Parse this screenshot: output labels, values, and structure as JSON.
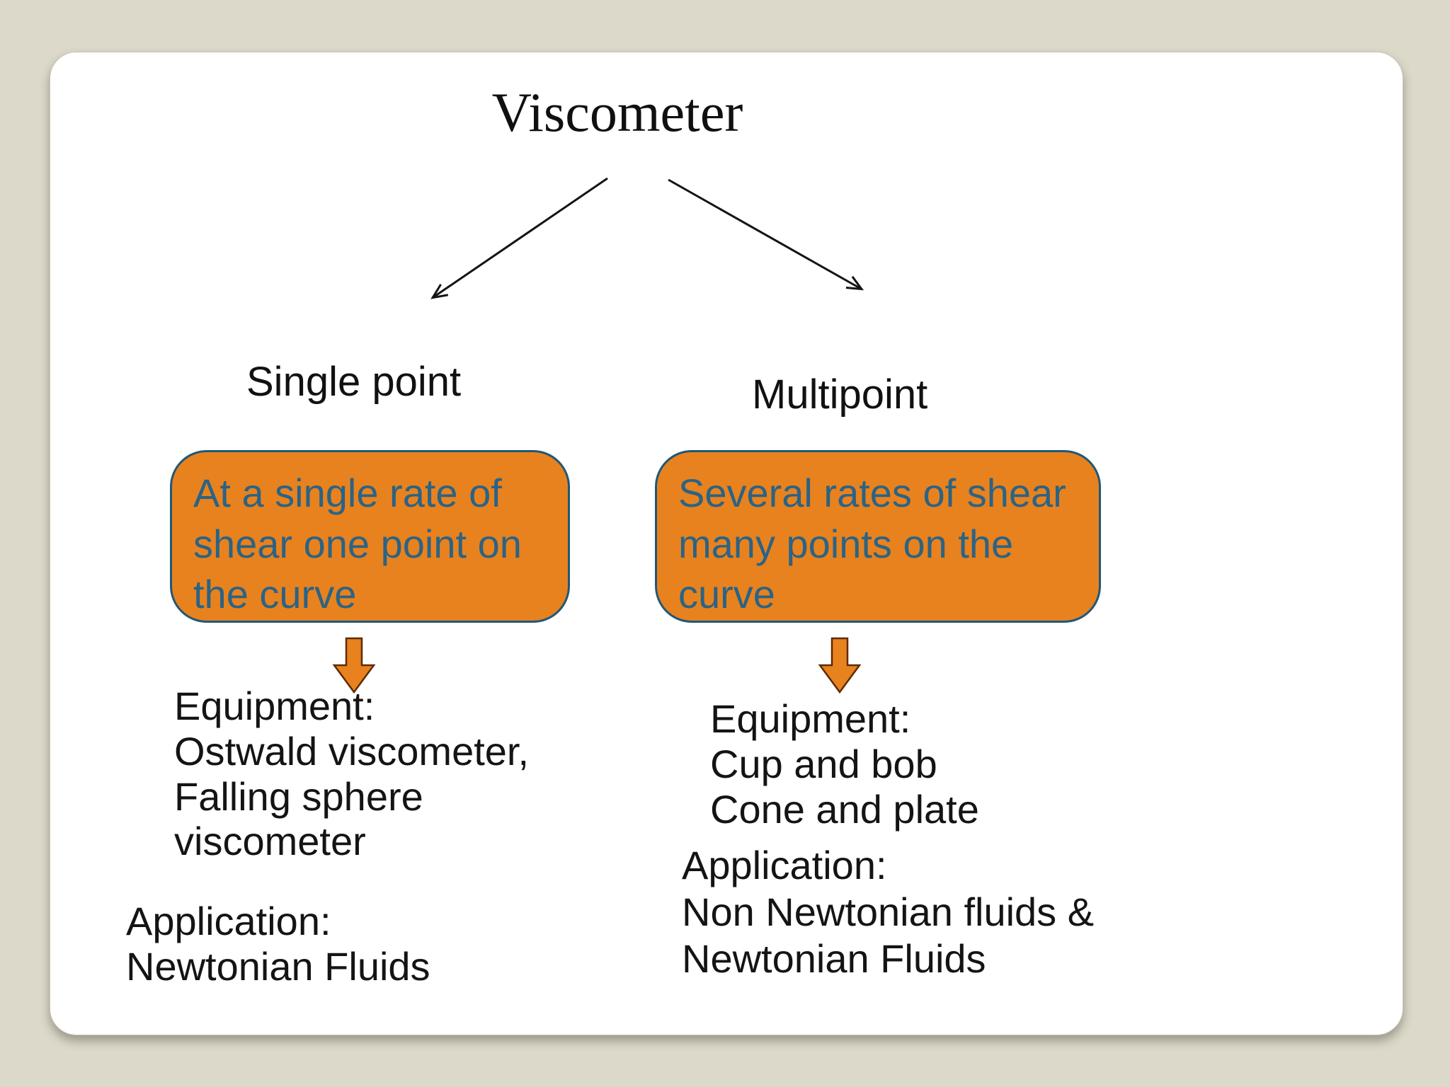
{
  "slide": {
    "title": "Viscometer",
    "colors": {
      "canvas_bg": "#dcd9ca",
      "card_bg": "#ffffff",
      "box_fill": "#e8821e",
      "box_border": "#1f5878",
      "box_text": "#2b6385",
      "body_text": "#141414",
      "down_arrow_fill": "#e8821e",
      "down_arrow_stroke": "#5f2b00"
    },
    "left": {
      "label": "Single point",
      "box_text": "At a single rate of\nshear one point on\nthe curve",
      "equipment": "Equipment:\nOstwald viscometer,\nFalling sphere\nviscometer",
      "application": "Application:\nNewtonian Fluids"
    },
    "right": {
      "label": "Multipoint",
      "box_text": "Several rates of shear\nmany points on the\ncurve",
      "equipment": "Equipment:\nCup and bob\nCone and plate",
      "application": "Application:\nNon Newtonian fluids &\nNewtonian Fluids"
    }
  }
}
